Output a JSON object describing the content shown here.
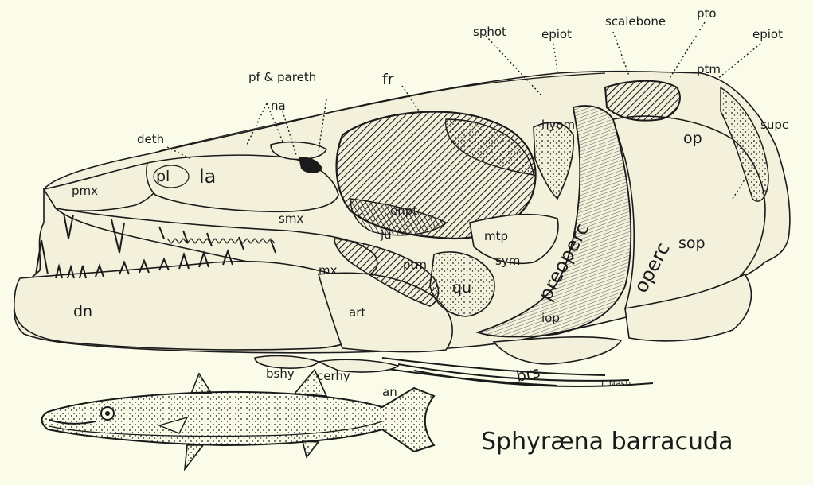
{
  "figure": {
    "caption": "Sphyræna barracuda",
    "signature": "L Nash"
  },
  "labels": {
    "sphot": "sphot",
    "epiot_1": "epiot",
    "scalebone": "scalebone",
    "pto": "pto",
    "epiot_2": "epiot",
    "ptm": "ptm",
    "fr": "fr",
    "pf_pareth": "pf & pareth",
    "na": "na",
    "hyom": "hyom",
    "supc": "supc",
    "op": "op",
    "deth": "deth",
    "pl": "pl",
    "la": "la",
    "pmx": "pmx",
    "enpt": "enpt",
    "smx": "smx",
    "ju": "ju",
    "mtp": "mtp",
    "preoperc": "preoperc",
    "operc": "operc",
    "sop": "sop",
    "mx": "mx",
    "ptm_lower": "ptm",
    "qu": "qu",
    "sym": "sym",
    "dn": "dn",
    "art": "art",
    "iop": "iop",
    "bshy": "bshy",
    "cerhy": "cerhy",
    "an": "an",
    "brs": "brs"
  }
}
